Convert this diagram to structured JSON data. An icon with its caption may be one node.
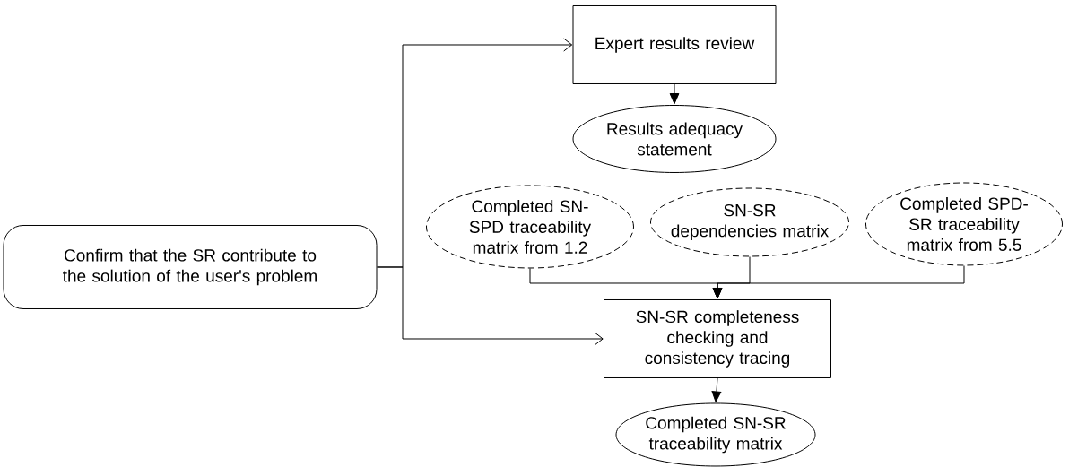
{
  "diagram": {
    "nodes": [
      {
        "text": [
          "Confirm that the SR contribute to the solution of the user's problem"
        ]
      },
      {
        "text": [
          "Expert results review"
        ]
      },
      {
        "text": [
          "Results adequacy statement"
        ]
      },
      {
        "text": [
          "Completed SN-SPD traceability matrix from 1.2"
        ]
      },
      {
        "text": [
          "SN-SR dependencies matrix"
        ]
      },
      {
        "text": [
          "Completed SPD-SR traceability matrix from 5.5"
        ]
      },
      {
        "text": [
          "SN-SR completeness checking and consistency tracing"
        ]
      },
      {
        "text": [
          "Completed SN-SR traceability matrix"
        ]
      }
    ],
    "edges": [
      {
        "from": 0,
        "to": 1,
        "arrow": "to"
      },
      {
        "from": 0,
        "to": 6,
        "arrow": "to"
      },
      {
        "from": 1,
        "to": 2,
        "arrow": "to"
      },
      {
        "from": 3,
        "to": 6,
        "arrow": "to"
      },
      {
        "from": 4,
        "to": 6,
        "arrow": "to"
      },
      {
        "from": 5,
        "to": 6,
        "arrow": "to"
      },
      {
        "from": 6,
        "to": 7,
        "arrow": "to"
      }
    ]
  }
}
